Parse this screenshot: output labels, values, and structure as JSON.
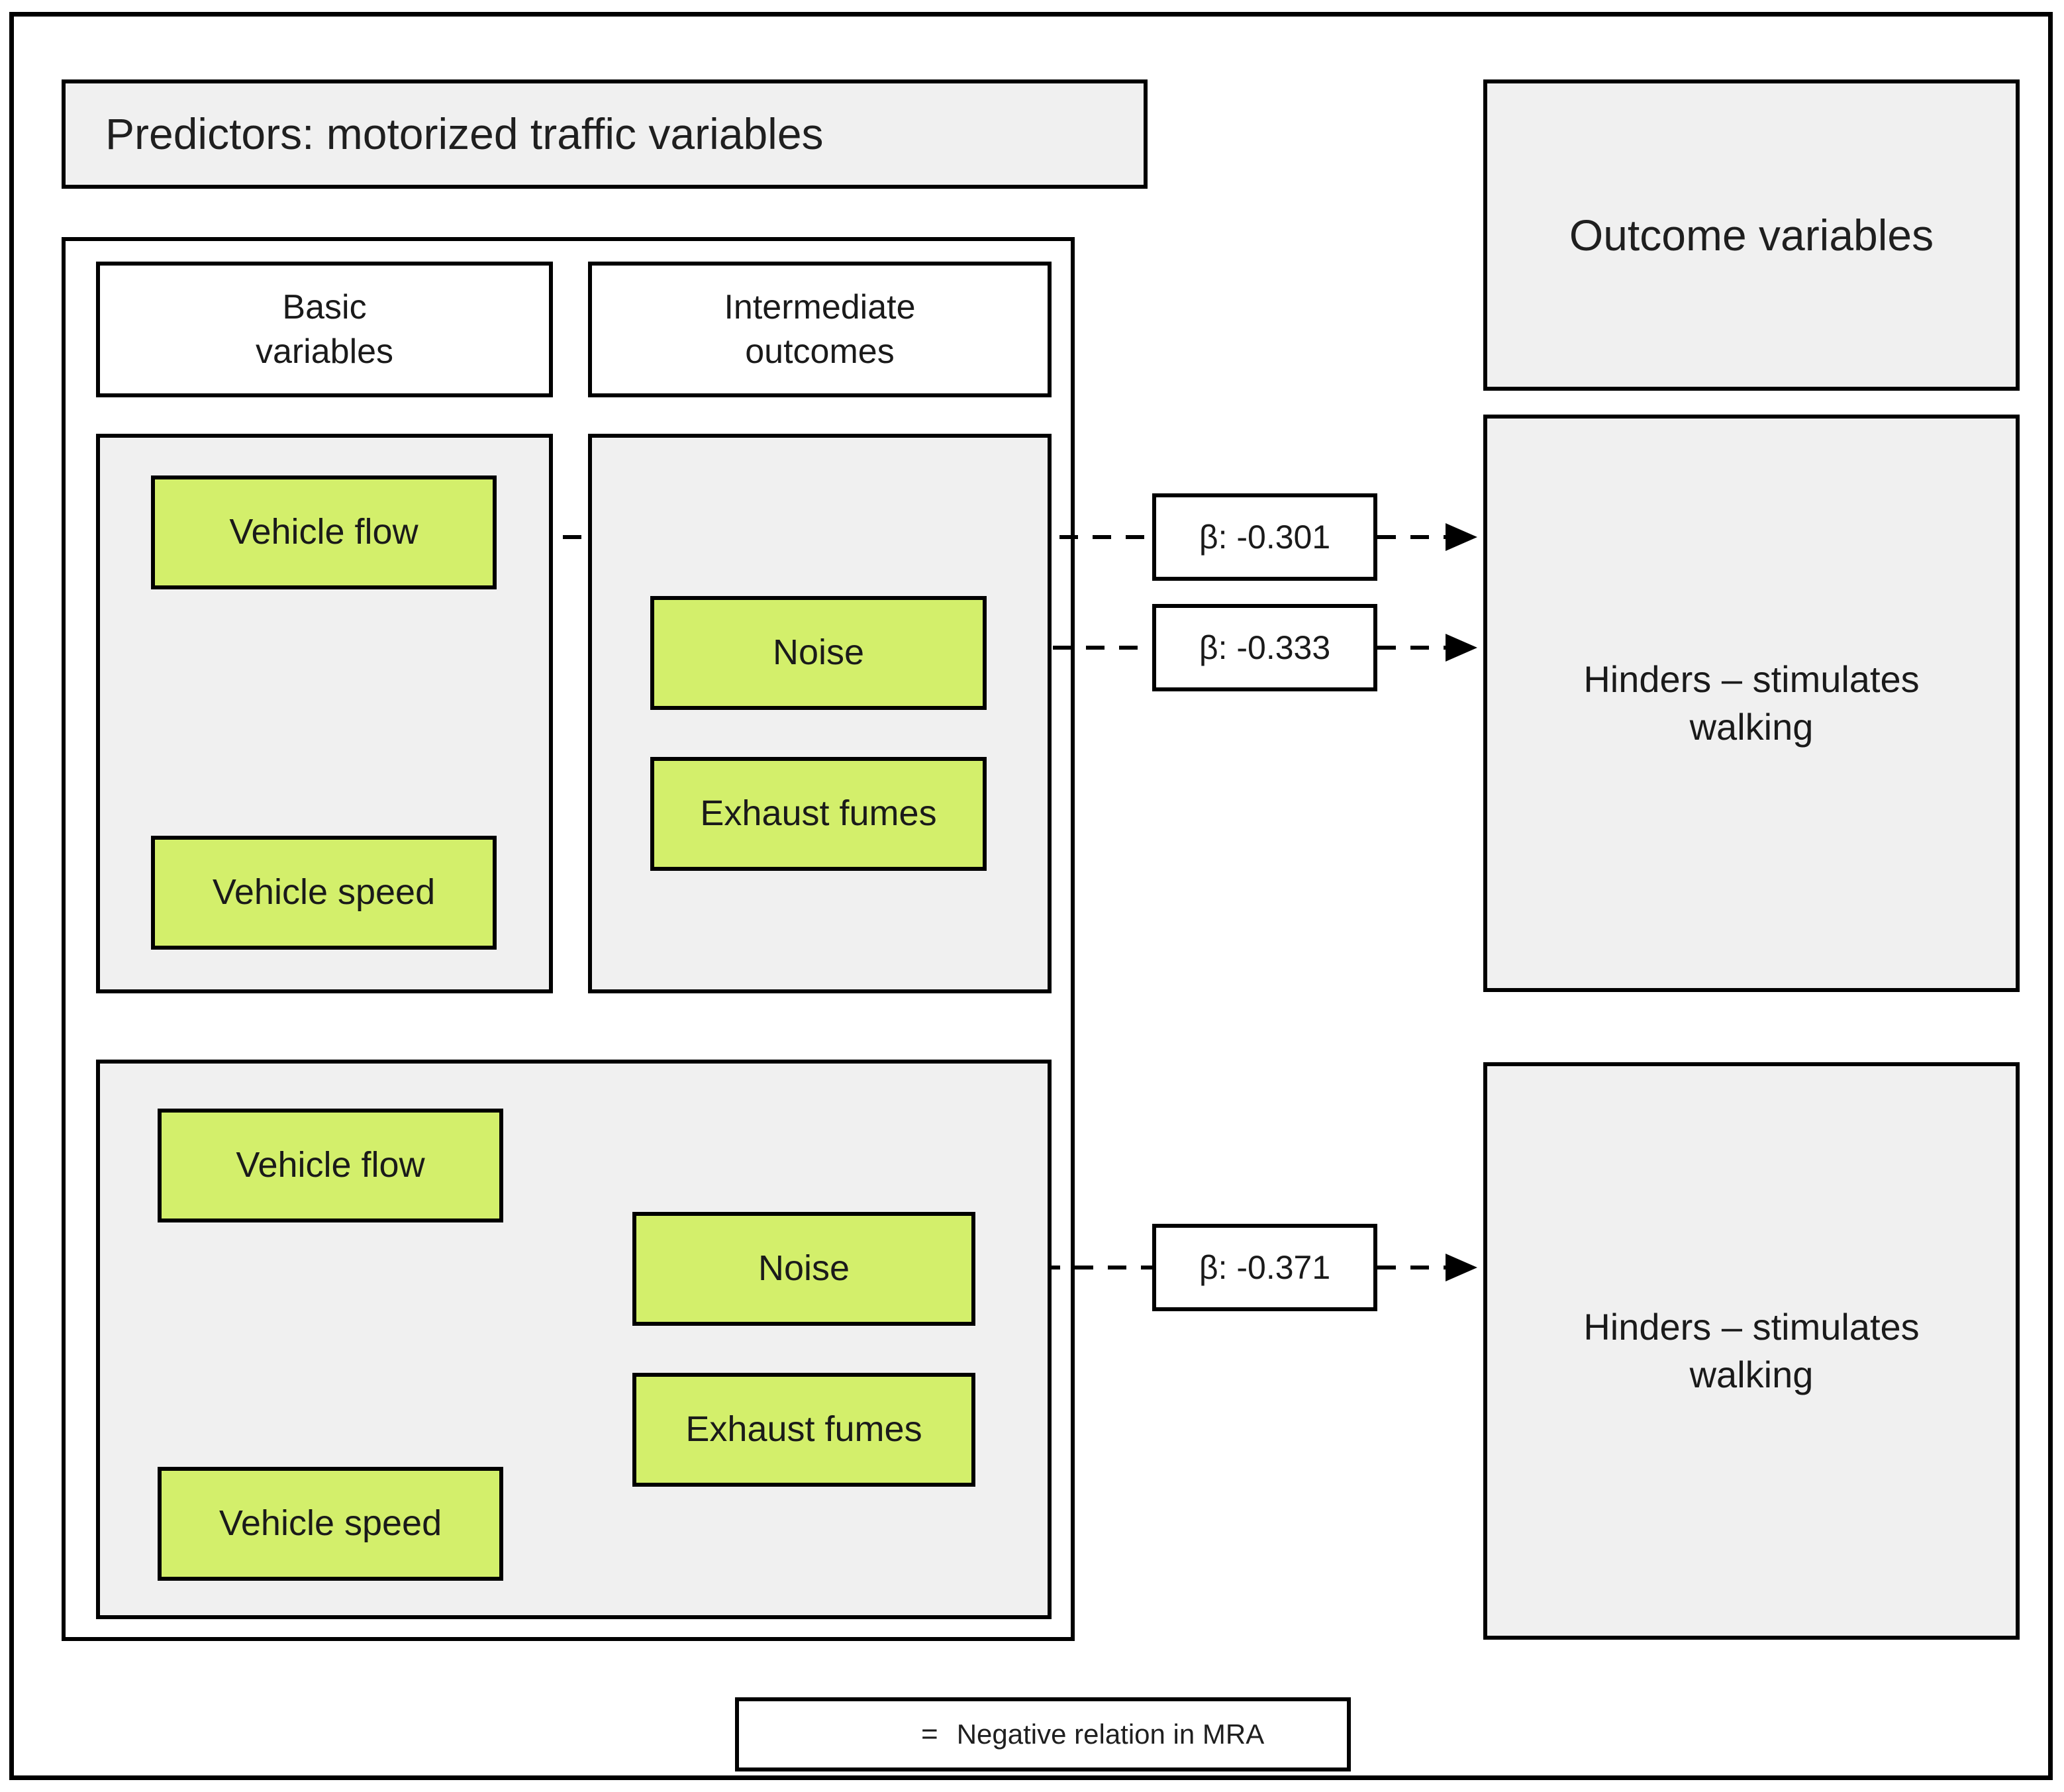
{
  "figure": {
    "type": "diagram",
    "kind": "conceptual-path-model",
    "accent_green": "#d3ef6b",
    "panel_gray": "#f0f0f0",
    "line_color": "#000000"
  },
  "banners": {
    "predictors": "Predictors: motorized traffic variables",
    "outcomes": "Outcome variables"
  },
  "column_headers": {
    "basic": "Basic\nvariables",
    "basic_line1": "Basic",
    "basic_line2": "variables",
    "intermediate": "Intermediate\noutcomes",
    "intermediate_line1": "Intermediate",
    "intermediate_line2": "outcomes"
  },
  "models": [
    {
      "id": "model-top",
      "basic_variables": [
        "Vehicle flow",
        "Vehicle speed"
      ],
      "intermediate_outcomes": [
        "Noise",
        "Exhaust fumes"
      ],
      "outcome": "Hinders – stimulates walking",
      "outcome_line1": "Hinders – stimulates",
      "outcome_line2": "walking",
      "relations": [
        {
          "from": "Vehicle flow",
          "to": "Hinders – stimulates walking",
          "label": "β: -0.301",
          "beta": -0.301,
          "sign": "negative"
        },
        {
          "from": "Noise",
          "to": "Hinders – stimulates walking",
          "label": "β: -0.333",
          "beta": -0.333,
          "sign": "negative"
        }
      ]
    },
    {
      "id": "model-bottom",
      "basic_variables": [
        "Vehicle flow",
        "Vehicle speed"
      ],
      "intermediate_outcomes": [
        "Noise",
        "Exhaust fumes"
      ],
      "outcome": "Hinders – stimulates walking",
      "outcome_line1": "Hinders – stimulates",
      "outcome_line2": "walking",
      "relations": [
        {
          "from": "Noise",
          "to": "Hinders – stimulates walking",
          "label": "β: -0.371",
          "beta": -0.371,
          "sign": "negative"
        }
      ]
    }
  ],
  "beta_labels": {
    "b1": "β: -0.301",
    "b2": "β: -0.333",
    "b3": "β: -0.371"
  },
  "variables": {
    "vehicle_flow_top": "Vehicle flow",
    "vehicle_speed_top": "Vehicle speed",
    "noise_top": "Noise",
    "exhaust_top": "Exhaust fumes",
    "vehicle_flow_bottom": "Vehicle flow",
    "vehicle_speed_bottom": "Vehicle speed",
    "noise_bottom": "Noise",
    "exhaust_bottom": "Exhaust fumes"
  },
  "outcomes": {
    "top_line1": "Hinders – stimulates",
    "top_line2": "walking",
    "bottom_line1": "Hinders – stimulates",
    "bottom_line2": "walking"
  },
  "legend": {
    "equals": "=",
    "text": "Negative relation in MRA",
    "arrow_style": "dashed-with-filled-arrowhead"
  }
}
